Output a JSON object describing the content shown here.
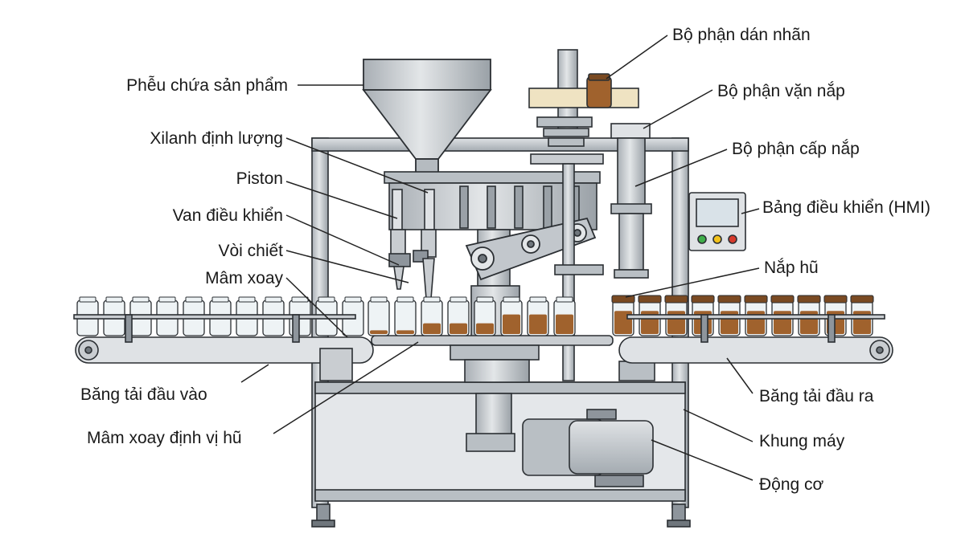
{
  "diagram": {
    "labels_left": {
      "hopper": "Phễu chứa sản phẩm",
      "dosing_cylinder": "Xilanh định lượng",
      "piston": "Piston",
      "control_valve": "Van điều khiển",
      "filling_nozzle": "Vòi chiết",
      "rotary_table": "Mâm xoay",
      "infeed_conveyor": "Băng tải đầu vào",
      "jar_positioning_table": "Mâm xoay định vị hũ"
    },
    "labels_right": {
      "labeling_unit": "Bộ phận dán nhãn",
      "capping_unit": "Bộ phận vặn nắp",
      "cap_feeder": "Bộ phận cấp nắp",
      "hmi_panel": "Bảng điều khiển (HMI)",
      "jar_lid": "Nắp hũ",
      "outfeed_conveyor": "Băng tải đầu ra",
      "machine_frame": "Khung máy",
      "motor": "Động cơ"
    },
    "colors": {
      "metal": "#c9cdd1",
      "metal_dark": "#8e959c",
      "outline": "#2b2f33",
      "product": "#a0622d",
      "cap": "#7a4a22",
      "glass": "#eef3f5",
      "label_band": "#efe3c2",
      "hmi_screen": "#d9e2e8",
      "btn_green": "#3fae49",
      "btn_yellow": "#f2c21b",
      "btn_red": "#d63a2c"
    }
  }
}
